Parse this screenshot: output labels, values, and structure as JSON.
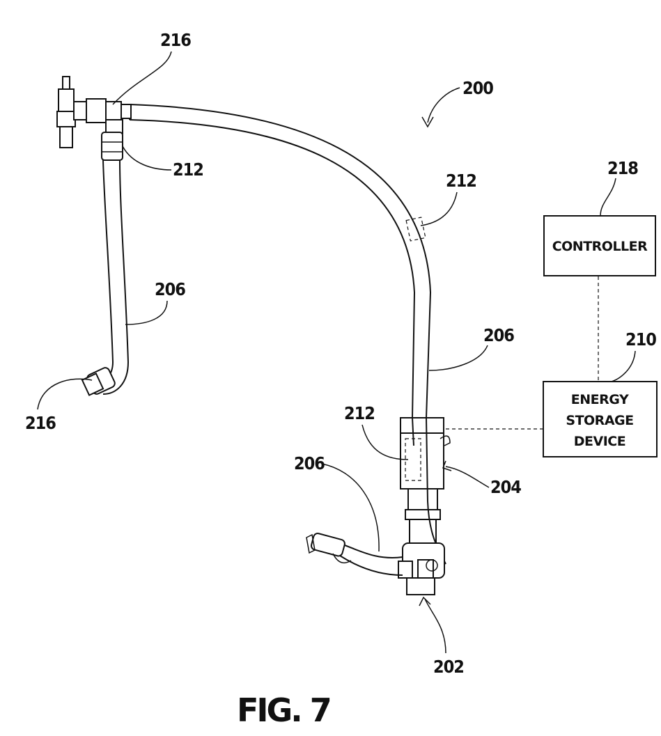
{
  "figure": {
    "caption": "FIG. 7"
  },
  "labels": {
    "system": "200",
    "coupling": "202",
    "valve_assembly": "204",
    "hose_upper_left": "206",
    "hose_right": "206",
    "hose_lower": "206",
    "energy_storage_ref": "210",
    "sensor_upper_left": "212",
    "sensor_right": "212",
    "sensor_lower": "212",
    "fitting_top": "216",
    "fitting_bottom": "216",
    "controller_ref": "218"
  },
  "boxes": {
    "controller": [
      "CONTROLLER"
    ],
    "energy_storage": [
      "ENERGY",
      "STORAGE",
      "DEVICE"
    ]
  }
}
